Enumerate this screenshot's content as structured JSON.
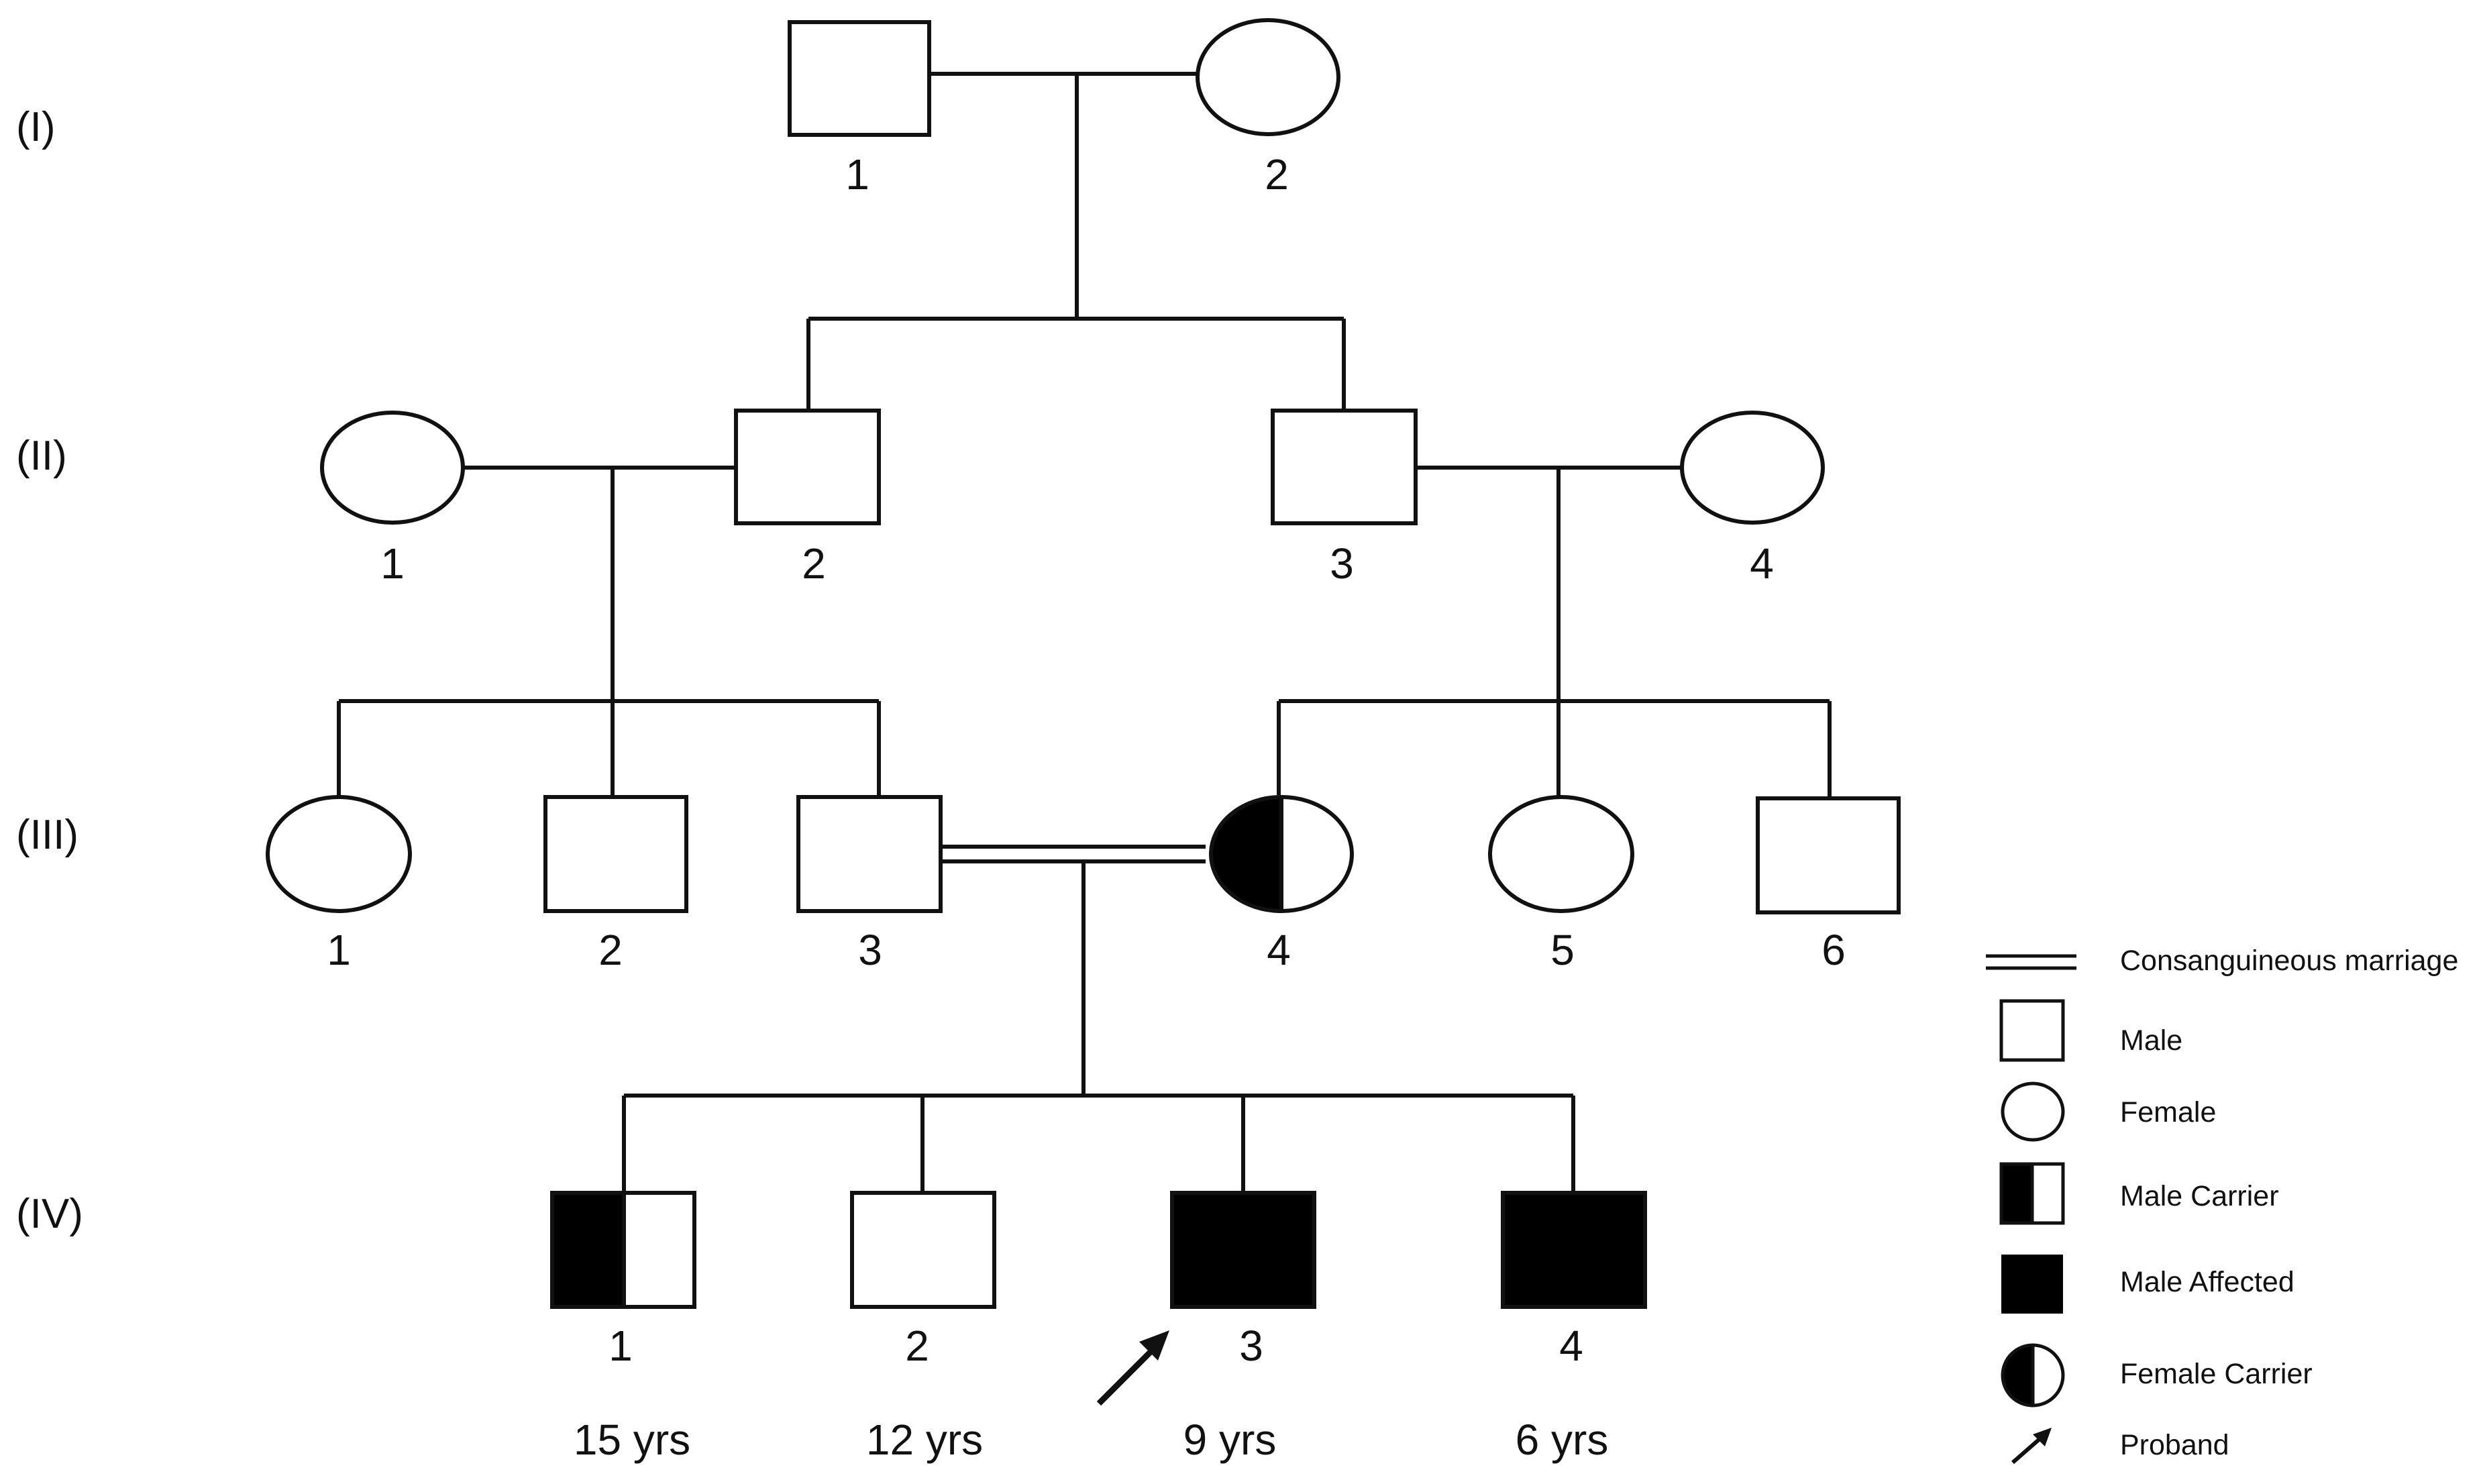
{
  "generations": [
    "(I)",
    "(II)",
    "(III)",
    "(IV)"
  ],
  "individuals": {
    "gen1": [
      {
        "number": "1",
        "sex": "male",
        "status": "unaffected"
      },
      {
        "number": "2",
        "sex": "female",
        "status": "unaffected"
      }
    ],
    "gen2": [
      {
        "number": "1",
        "sex": "female",
        "status": "unaffected"
      },
      {
        "number": "2",
        "sex": "male",
        "status": "unaffected"
      },
      {
        "number": "3",
        "sex": "male",
        "status": "unaffected"
      },
      {
        "number": "4",
        "sex": "female",
        "status": "unaffected"
      }
    ],
    "gen3": [
      {
        "number": "1",
        "sex": "female",
        "status": "unaffected"
      },
      {
        "number": "2",
        "sex": "male",
        "status": "unaffected"
      },
      {
        "number": "3",
        "sex": "male",
        "status": "unaffected"
      },
      {
        "number": "4",
        "sex": "female",
        "status": "carrier"
      },
      {
        "number": "5",
        "sex": "female",
        "status": "unaffected"
      },
      {
        "number": "6",
        "sex": "male",
        "status": "unaffected"
      }
    ],
    "gen4": [
      {
        "number": "1",
        "sex": "male",
        "status": "carrier",
        "age": "15 yrs"
      },
      {
        "number": "2",
        "sex": "male",
        "status": "unaffected",
        "age": "12 yrs"
      },
      {
        "number": "3",
        "sex": "male",
        "status": "affected",
        "age": "9 yrs",
        "proband": true
      },
      {
        "number": "4",
        "sex": "male",
        "status": "affected",
        "age": "6 yrs"
      }
    ]
  },
  "legend": [
    {
      "symbol": "double-line",
      "label": "Consanguineous marriage"
    },
    {
      "symbol": "square",
      "label": "Male"
    },
    {
      "symbol": "circle",
      "label": "Female"
    },
    {
      "symbol": "half-square",
      "label": "Male Carrier"
    },
    {
      "symbol": "filled-square",
      "label": "Male Affected"
    },
    {
      "symbol": "half-circle",
      "label": "Female Carrier"
    },
    {
      "symbol": "arrow",
      "label": "Proband"
    }
  ],
  "colors": {
    "line": "#111111",
    "fill_affected": "#000000",
    "fill_unaffected": "#ffffff"
  }
}
